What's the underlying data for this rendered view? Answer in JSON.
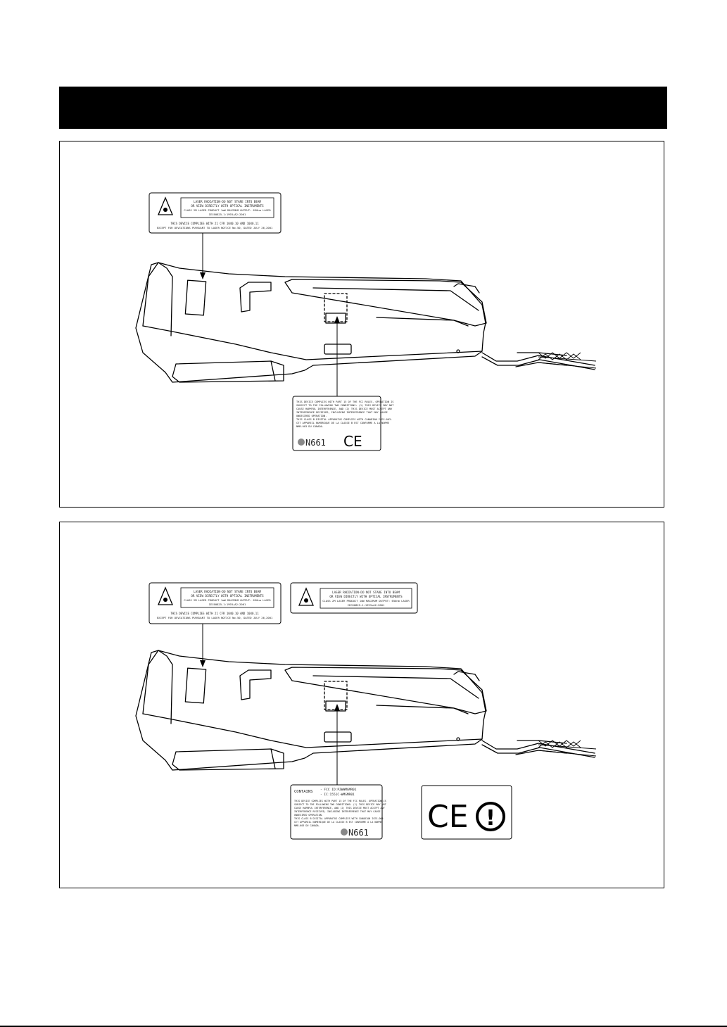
{
  "panel1": {
    "laser_label": {
      "warning_lines": [
        "LASER RADIATION-DO NOT STARE INTO BEAM",
        "OR VIEW DIRECTLY WITH OPTICAL INSTRUMENTS",
        "CLASS 2M LASER PRODUCT 1mW MAXIMUM OUTPUT: 650nm LASER",
        "IEC60825-1:1993+A2:2001"
      ],
      "compliance_lines": [
        "THIS DEVICE COMPLIES WITH 21 CFR 1040.10 AND 1040.11",
        "EXCEPT FOR DEVIATIONS PURSUANT TO LASER NOTICE No.50, DATED JULY 26,2001"
      ]
    },
    "fcc_label": {
      "lines": [
        "THIS DEVICE COMPLIES WITH PART 15 OF THE FCC RULES. OPERATION IS",
        "SUBJECT TO THE FOLLOWING TWO CONDITIONS: (1) THIS DEVICE MAY NOT",
        "CAUSE HARMFUL INTERFERENCE, AND (2) THIS DEVICE MUST ACCEPT ANY",
        "INTERFERENCE RECEIVED, INCLUDING INTERFERENCE THAT MAY CAUSE",
        "UNDESIRED OPERATION.",
        "THIS CLASS B DIGITAL APPARATUS COMPLIES WITH CANADIAN ICES-003.",
        "CET APPAREIL NUMERIQUE DE LA CLASSE B EST CONFORME A LA NORME",
        "NMB-003 DU CANADA."
      ],
      "cert_code": "N661",
      "ce_mark": "CE"
    }
  },
  "panel2": {
    "laser_label": {
      "warning_lines": [
        "LASER RADIATION-DO NOT STARE INTO BEAM",
        "OR VIEW DIRECTLY WITH OPTICAL INSTRUMENTS",
        "CLASS 2M LASER PRODUCT 1mW MAXIMUM OUTPUT: 650nm LASER",
        "IEC60825-1:1993+A2:2001"
      ],
      "compliance_lines": [
        "THIS DEVICE COMPLIES WITH 21 CFR 1040.10 AND 1040.11",
        "EXCEPT FOR DEVIATIONS PURSUANT TO LASER NOTICE No.50, DATED JULY 26,2001"
      ]
    },
    "laser_label_alt": {
      "warning_lines": [
        "LASER RADIATION-DO NOT STARE INTO BEAM",
        "OR VIEW DIRECTLY WITH OPTICAL INSTRUMENTS",
        "CLASS 2M LASER PRODUCT 1mW MAXIMUM OUTPUT: 650nm LASER",
        "IEC60825-1:1993+A2:2001"
      ]
    },
    "fcc_label": {
      "contains": "CONTAINS",
      "fcc_id": "- FCC ID:PZWWMGMR01",
      "ic_id": "- IC:1551C-WMGMR01",
      "lines": [
        "THIS DEVICE COMPLIES WITH PART 15 OF THE FCC RULES. OPERATION IS",
        "SUBJECT TO THE FOLLOWING TWO CONDITIONS: (1) THIS DEVICE MAY NOT",
        "CAUSE HARMFUL INTERFERENCE, AND (2) THIS DEVICE MUST ACCEPT ANY",
        "INTERFERENCE RECEIVED, INCLUDING INTERFERENCE THAT MAY CAUSE",
        "UNDESIRED OPERATION.",
        "THIS CLASS B DIGITAL APPARATUS COMPLIES WITH CANADIAN ICES-003.",
        "CET APPAREIL NUMERIQUE DE LA CLASSE B EST CONFORME A LA NORME",
        "NMB-003 DU CANADA."
      ],
      "cert_code": "N661"
    },
    "ce_label": {
      "ce_mark": "CE",
      "alert_mark": "!"
    }
  }
}
